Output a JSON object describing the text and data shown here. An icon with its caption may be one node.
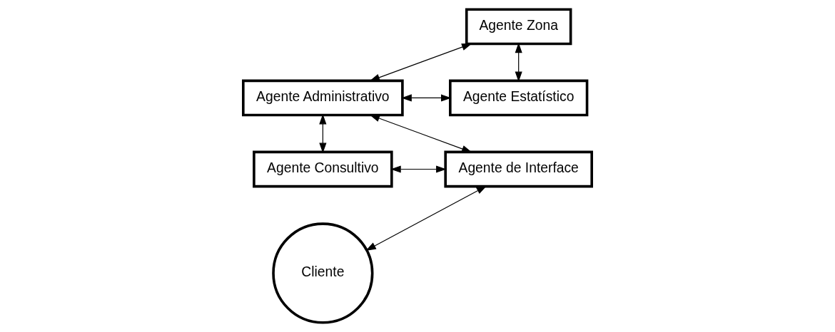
{
  "diagram": {
    "nodes": [
      {
        "text": [
          "Agente Administrativo"
        ]
      },
      {
        "text": [
          "Agente Zona"
        ]
      },
      {
        "text": [
          "Cliente"
        ]
      },
      {
        "text": [
          "Agente de Interface"
        ]
      },
      {
        "text": [
          "Agente Consultivo"
        ]
      },
      {
        "text": [
          "Agente Estatístico"
        ]
      }
    ],
    "edges": [
      {
        "from": 2,
        "to": 3,
        "arrow": "both"
      },
      {
        "from": 3,
        "to": 4,
        "arrow": "both"
      },
      {
        "from": 0,
        "to": 3,
        "arrow": "both"
      },
      {
        "from": 0,
        "to": 4,
        "arrow": "both"
      },
      {
        "from": 0,
        "to": 1,
        "arrow": "both"
      },
      {
        "from": 0,
        "to": 5,
        "arrow": "both"
      },
      {
        "from": 1,
        "to": 5,
        "arrow": "both"
      }
    ]
  }
}
